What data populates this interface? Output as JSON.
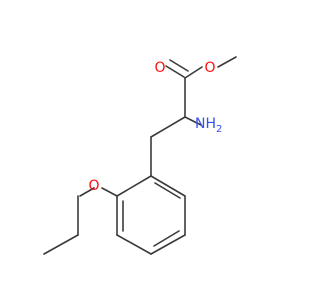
{
  "molecule": {
    "atoms": {
      "ester_oxygen": "O",
      "carbonyl_oxygen": "O",
      "amine": "NH",
      "amine_hydrogen_count": "2",
      "ether_oxygen": "O"
    },
    "colors": {
      "bond": "#3a3a3a",
      "oxygen": "#ff0d0d",
      "nitrogen": "#3050f8",
      "background": "#ffffff"
    }
  }
}
